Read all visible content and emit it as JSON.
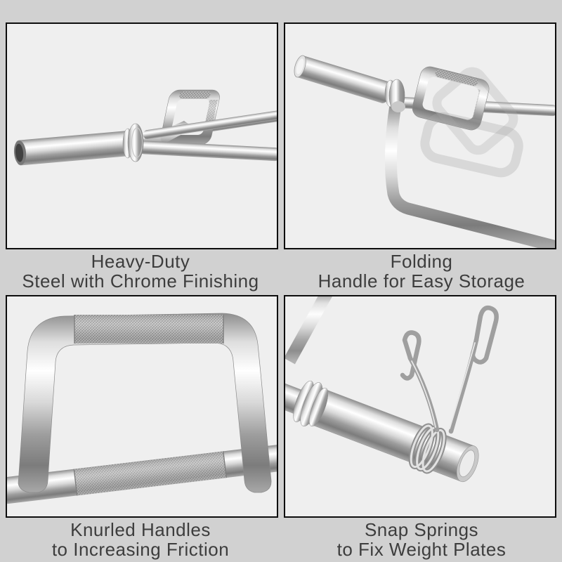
{
  "page": {
    "background_color": "#d1d1d1",
    "panel_background_color": "#efefef",
    "panel_border_color": "#0d0d0d",
    "caption_text_color": "#3d3d3d",
    "metal_highlight_color": "#ffffff",
    "metal_mid_color": "#b9b9b9",
    "metal_shadow_color": "#7d7d7d"
  },
  "panels": [
    {
      "id": "heavy-duty-steel",
      "caption": {
        "line1": "Heavy-Duty",
        "line2": "Steel with Chrome Finishing"
      }
    },
    {
      "id": "folding-handle",
      "caption": {
        "line1": "Folding",
        "line2": "Handle for Easy Storage"
      }
    },
    {
      "id": "knurled-handles",
      "caption": {
        "line1": "Knurled Handles",
        "line2": "to Increasing Friction"
      }
    },
    {
      "id": "snap-springs",
      "caption": {
        "line1": "Snap Springs",
        "line2": "to Fix Weight Plates"
      }
    }
  ]
}
